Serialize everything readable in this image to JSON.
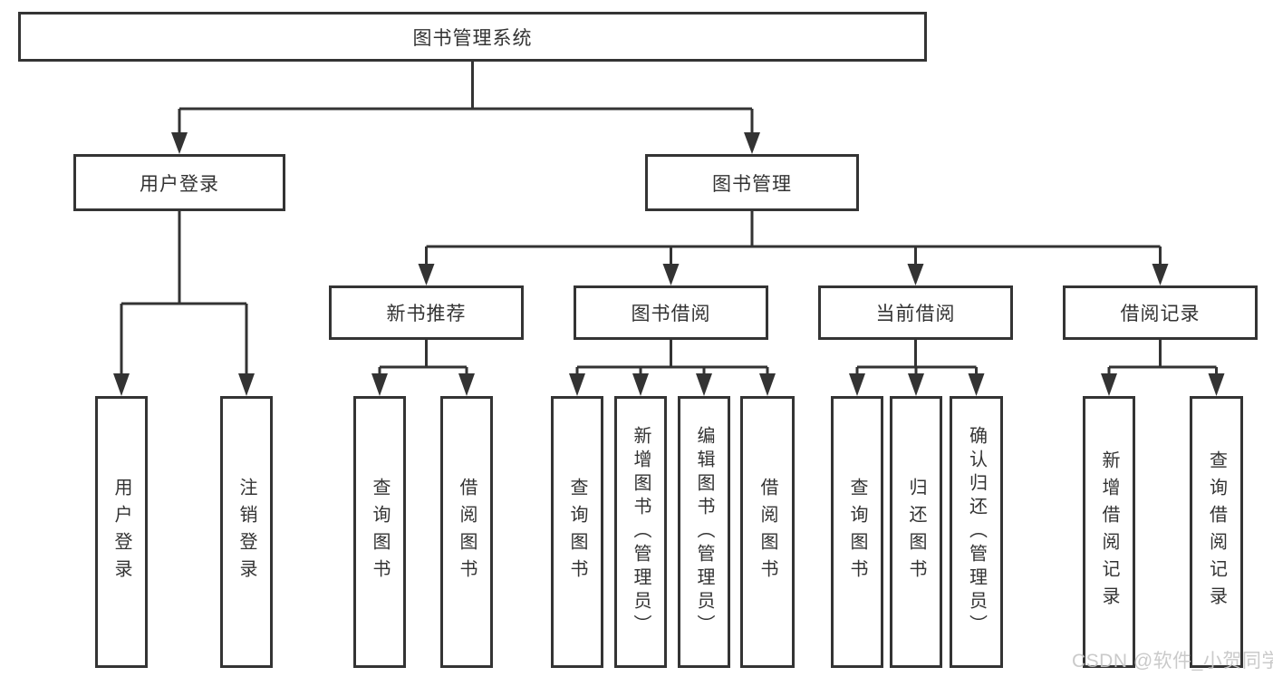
{
  "diagram": {
    "root": {
      "label": "图书管理系统"
    },
    "branches": [
      {
        "label": "用户登录",
        "children": [
          {
            "label": "用户登录"
          },
          {
            "label": "注销登录"
          }
        ]
      },
      {
        "label": "图书管理",
        "children": [
          {
            "label": "新书推荐",
            "children": [
              {
                "label": "查询图书"
              },
              {
                "label": "借阅图书"
              }
            ]
          },
          {
            "label": "图书借阅",
            "children": [
              {
                "label": "查询图书"
              },
              {
                "label": "新增图书（管理员）"
              },
              {
                "label": "编辑图书（管理员）"
              },
              {
                "label": "借阅图书"
              }
            ]
          },
          {
            "label": "当前借阅",
            "children": [
              {
                "label": "查询图书"
              },
              {
                "label": "归还图书"
              },
              {
                "label": "确认归还（管理员）"
              }
            ]
          },
          {
            "label": "借阅记录",
            "children": [
              {
                "label": "新增借阅记录"
              },
              {
                "label": "查询借阅记录"
              }
            ]
          }
        ]
      }
    ]
  },
  "watermark": {
    "text": "CSDN @软件_小贺同学"
  },
  "colors": {
    "box_border": "#343434",
    "line": "#333333",
    "text": "#333333",
    "background": "#ffffff",
    "watermark": "#c5c5c5"
  }
}
